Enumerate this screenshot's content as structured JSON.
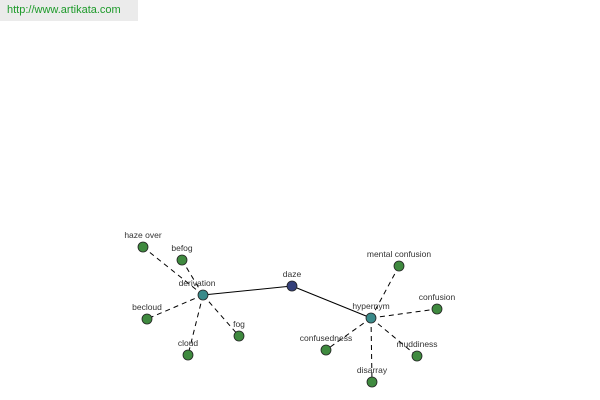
{
  "source_link": "http://www.artikata.com",
  "colors": {
    "center_node": "#34407a",
    "relation_node": "#3a8a8a",
    "leaf_node": "#3f8a3f",
    "edge": "#000000"
  },
  "graph": {
    "center": "daze",
    "relations": [
      {
        "label": "derivation",
        "leaves": [
          "haze over",
          "befog",
          "becloud",
          "cloud",
          "fog"
        ]
      },
      {
        "label": "hypernym",
        "leaves": [
          "mental confusion",
          "confusion",
          "confusedness",
          "muddiness",
          "disarray"
        ]
      }
    ]
  }
}
